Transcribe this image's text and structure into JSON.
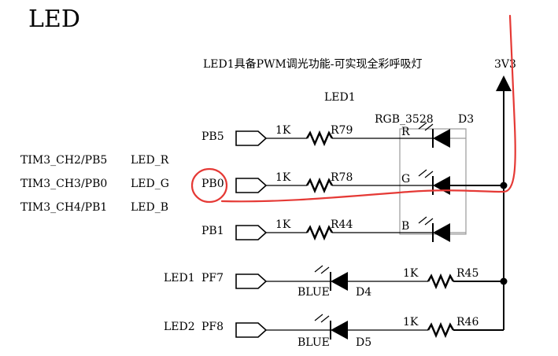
{
  "title": "LED",
  "header_note": "LED1具备PWM调光功能-可实现全彩呼吸灯",
  "power_label": "3V3",
  "rgb_block": {
    "designator_label": "LED1",
    "part_label": "RGB_3528",
    "ref_label": "D3",
    "channels": [
      {
        "pin": "PB5",
        "resistor_value": "1K",
        "resistor_ref": "R79",
        "led_pin": "R"
      },
      {
        "pin": "PB0",
        "resistor_value": "1K",
        "resistor_ref": "R78",
        "led_pin": "G"
      },
      {
        "pin": "PB1",
        "resistor_value": "1K",
        "resistor_ref": "R44",
        "led_pin": "B"
      }
    ]
  },
  "timer_map": [
    {
      "timer": "TIM3_CH2/PB5",
      "color": "LED_R"
    },
    {
      "timer": "TIM3_CH3/PB0",
      "color": "LED_G"
    },
    {
      "timer": "TIM3_CH4/PB1",
      "color": "LED_B"
    }
  ],
  "single_leds": [
    {
      "name": "LED1",
      "pin": "PF7",
      "color_label": "BLUE",
      "diode_ref": "D4",
      "resistor_value": "1K",
      "resistor_ref": "R45"
    },
    {
      "name": "LED2",
      "pin": "PF8",
      "color_label": "BLUE",
      "diode_ref": "D5",
      "resistor_value": "1K",
      "resistor_ref": "R46"
    }
  ],
  "colors": {
    "annotation": "#e53935",
    "wire": "#000000",
    "frame": "#9a9a9a"
  }
}
